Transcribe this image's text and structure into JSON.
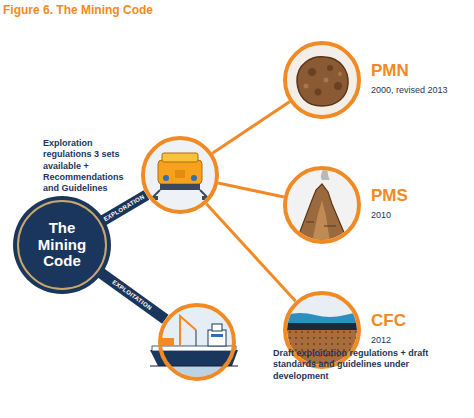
{
  "diagram": {
    "title": "Figure 6. The Mining Code",
    "nodes": [
      {
        "text": [
          "The Mining Code"
        ]
      },
      {
        "text": [
          "Exploration regulations 3 sets available + Recommendations and Guidelines"
        ]
      },
      {
        "text": [
          "PMN",
          "2000, revised 2013"
        ]
      },
      {
        "text": [
          "PMS",
          "2010"
        ]
      },
      {
        "text": [
          "CFC",
          "2012"
        ]
      },
      {
        "text": [
          "Draft exploitation regulations + draft standards and guidelines under development"
        ]
      }
    ],
    "edges": [
      {
        "from": 0,
        "to": 1,
        "label": "EXPLORATION",
        "arrow": "none"
      },
      {
        "from": 0,
        "to": 5,
        "label": "EXPLOITATION",
        "arrow": "none"
      },
      {
        "from": 1,
        "to": 2,
        "arrow": "none"
      },
      {
        "from": 1,
        "to": 3,
        "arrow": "none"
      },
      {
        "from": 1,
        "to": 4,
        "arrow": "none"
      }
    ]
  }
}
